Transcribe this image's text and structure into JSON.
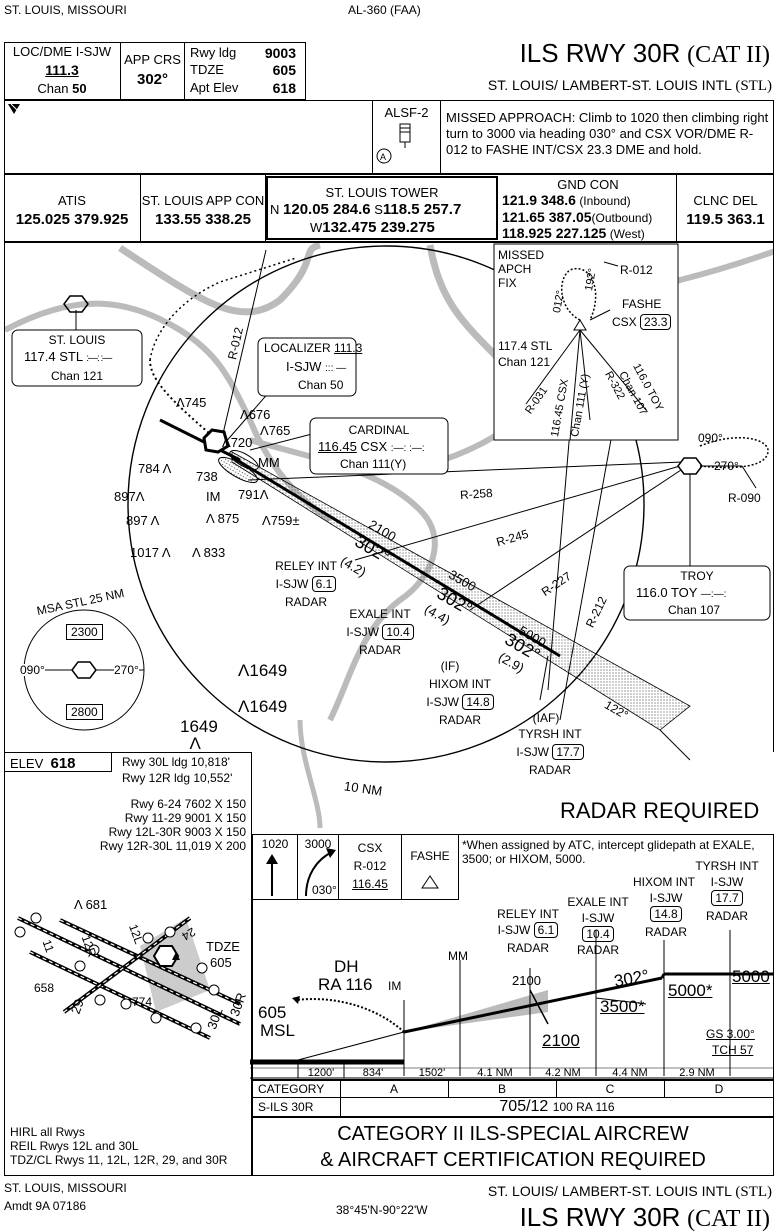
{
  "header": {
    "location": "ST. LOUIS, MISSOURI",
    "chart_code": "AL-360 (FAA)",
    "title_main": "ILS RWY 30R",
    "title_cat": "(CAT II)",
    "airport_a": "ST. LOUIS/ LAMBERT-ST. LOUIS INTL",
    "airport_b": "(STL)"
  },
  "briefing": {
    "loc_label": "LOC/DME I-SJW",
    "loc_freq": "111.3",
    "chan_label": "Chan",
    "chan_value": "50",
    "app_crs_label": "APP CRS",
    "app_crs_value": "302°",
    "rwy_ldg_label": "Rwy ldg",
    "rwy_ldg_value": "9003",
    "tdze_label": "TDZE",
    "tdze_value": "605",
    "apt_elev_label": "Apt Elev",
    "apt_elev_value": "618",
    "alsf": "ALSF-2",
    "missed_approach": "MISSED APPROACH: Climb to 1020 then climbing right turn to 3000 via heading 030° and CSX VOR/DME R-012 to FASHE INT/CSX 23.3 DME and hold."
  },
  "comms": {
    "atis_label": "ATIS",
    "atis_freq": "125.025  379.925",
    "app_con_label": "ST. LOUIS APP CON",
    "app_con_freq": "133.55  338.25",
    "tower_label": "ST. LOUIS TOWER",
    "tower_n_prefix": "N",
    "tower_n": "120.05  284.6",
    "tower_s_prefix": "S",
    "tower_s": "118.5  257.7",
    "tower_w_prefix": "W",
    "tower_w": "132.475  239.275",
    "gnd_label": "GND CON",
    "gnd_1": "121.9  348.6",
    "gnd_1_note": "(Inbound)",
    "gnd_2": "121.65  387.05",
    "gnd_2_note": "(Outbound)",
    "gnd_3": "118.925  227.125",
    "gnd_3_note": "(West)",
    "clnc_label": "CLNC DEL",
    "clnc_freq": "119.5  363.1"
  },
  "planview": {
    "stl_name": "ST. LOUIS",
    "stl_freq": "117.4",
    "stl_id": "STL",
    "stl_chan": "Chan 121",
    "loc_name": "LOCALIZER",
    "loc_freq": "111.3",
    "loc_id": "I-SJW",
    "loc_chan": "Chan 50",
    "cardinal_name": "CARDINAL",
    "cardinal_freq": "116.45",
    "cardinal_id": "CSX",
    "cardinal_chan": "Chan 111(Y)",
    "troy_name": "TROY",
    "troy_freq": "116.0",
    "troy_id": "TOY",
    "troy_chan": "Chan 107",
    "missed_fix": "MISSED\nAPCH\nFIX",
    "missed_fix_l1": "MISSED",
    "missed_fix_l2": "APCH",
    "missed_fix_l3": "FIX",
    "r012": "R-012",
    "fashe": "FASHE",
    "fashe_csx": "CSX",
    "fashe_dme": "23.3",
    "inset_stl": "117.4 STL",
    "inset_stl_chan": "Chan 121",
    "inset_r031": "R-031",
    "inset_csx": "116.45 CSX",
    "inset_csx_chan": "Chan 111 (Y)",
    "inset_r322": "R-322",
    "inset_toy": "116.0 TOY",
    "inset_toy_chan": "Chan 107",
    "hold_012": "012°",
    "hold_192": "192°",
    "troy_090": "090°",
    "troy_270": "270°",
    "troy_r090": "R-090",
    "r258": "R-258",
    "r245": "R-245",
    "r227": "R-227",
    "r212": "R-212",
    "alt_745": "745",
    "alt_676": "676",
    "alt_765": "765",
    "alt_720": "720",
    "alt_784": "784",
    "alt_738": "738",
    "alt_791": "791",
    "alt_897a": "897",
    "alt_897b": "897",
    "alt_875": "875",
    "alt_759": "759±",
    "alt_1017": "1017",
    "alt_833": "833",
    "alt_1649a": "1649",
    "alt_1649b": "1649",
    "alt_1649c": "1649",
    "mm": "MM",
    "im": "IM",
    "seg_2100": "2100",
    "seg_302a": "302°",
    "seg_42": "(4.2)",
    "seg_3500": "3500",
    "seg_302b": "302°",
    "seg_44": "(4.4)",
    "seg_5000": "5000",
    "seg_302c": "302°",
    "seg_29": "(2.9)",
    "seg_122": "122°",
    "reley": "RELEY INT",
    "reley_id": "I-SJW",
    "reley_dme": "6.1",
    "radar1": "RADAR",
    "exale": "EXALE INT",
    "exale_id": "I-SJW",
    "exale_dme": "10.4",
    "radar2": "RADAR",
    "if": "(IF)",
    "hixom": "HIXOM INT",
    "hixom_id": "I-SJW",
    "hixom_dme": "14.8",
    "radar3": "RADAR",
    "iaf": "(IAF)",
    "tyrsh": "TYRSH INT",
    "tyrsh_id": "I-SJW",
    "tyrsh_dme": "17.7",
    "radar4": "RADAR",
    "msa_label": "MSA STL 25 NM",
    "msa_2300": "2300",
    "msa_2800": "2800",
    "msa_090": "090°",
    "msa_270": "270°",
    "ring": "10 NM",
    "radar_required": "RADAR REQUIRED"
  },
  "airport": {
    "elev_label": "ELEV",
    "elev_value": "618",
    "rwy_30l": "Rwy 30L ldg 10,818'",
    "rwy_12r": "Rwy 12R ldg 10,552'",
    "rwy_6_24": "Rwy 6-24 7602 X 150",
    "rwy_11_29": "Rwy 11-29 9001 X 150",
    "rwy_12l_30r": "Rwy 12L-30R 9003 X 150",
    "rwy_12r_30l": "Rwy 12R-30L 11,019 X 200",
    "obst_681": "681",
    "obst_658": "658",
    "obst_774": "774",
    "tdze": "TDZE",
    "tdze_val": "605",
    "lbl_29": "29",
    "lbl_30l": "30L",
    "lbl_30r": "30R",
    "lbl_12r": "12R",
    "lbl_12l": "12L",
    "lbl_11": "11",
    "lbl_24": "24",
    "notes_1": "HIRL all Rwys",
    "notes_2": "REIL Rwys 12L and 30L",
    "notes_3": "TDZ/CL Rwys 11, 12L, 12R, 29, and 30R"
  },
  "profile": {
    "icon_1020": "1020",
    "icon_3000": "3000",
    "icon_030": "030°",
    "icon_csx": "CSX",
    "icon_r012": "R-012",
    "icon_11645": "116.45",
    "icon_fashe": "FASHE",
    "note": "*When assigned by ATC, intercept glidepath at EXALE, 3500; or HIXOM, 5000.",
    "tyrsh": "TYRSH INT",
    "tyrsh_id": "I-SJW",
    "tyrsh_dme": "17.7",
    "tyrsh_radar": "RADAR",
    "hixom": "HIXOM INT",
    "hixom_id": "I-SJW",
    "hixom_dme": "14.8",
    "hixom_radar": "RADAR",
    "exale": "EXALE INT",
    "exale_id": "I-SJW",
    "exale_dme": "10.4",
    "exale_radar": "RADAR",
    "reley": "RELEY INT",
    "reley_id": "I-SJW",
    "reley_dme": "6.1",
    "reley_radar": "RADAR",
    "mm": "MM",
    "im": "IM",
    "dh": "DH",
    "ra": "RA 116",
    "alt_2100_top": "2100",
    "alt_2100": "2100",
    "crs_302": "302°",
    "alt_3500": "3500*",
    "alt_5000a": "5000*",
    "alt_5000b": "5000",
    "msl_605": "605",
    "msl": "MSL",
    "gs": "GS 3.00°",
    "tch": "TCH 57",
    "d_1200": "1200'",
    "d_834": "834'",
    "d_1502": "1502'",
    "d_41": "4.1 NM",
    "d_42": "4.2 NM",
    "d_44": "4.4 NM",
    "d_29": "2.9 NM"
  },
  "minimums": {
    "category_label": "CATEGORY",
    "cat_a": "A",
    "cat_b": "B",
    "cat_c": "C",
    "cat_d": "D",
    "sils_label": "S-ILS 30R",
    "sils_value": "705/12",
    "sils_extra": "100 RA 116",
    "cat2_line1": "CATEGORY II  ILS-SPECIAL AIRCREW",
    "cat2_line2": "& AIRCRAFT CERTIFICATION REQUIRED"
  },
  "footer": {
    "location": "ST. LOUIS, MISSOURI",
    "amdt": "Amdt 9A  07186",
    "coords": "38°45'N-90°22'W",
    "airport_a": "ST. LOUIS/ LAMBERT-ST. LOUIS INTL",
    "airport_b": "(STL)",
    "title_main": "ILS RWY 30R",
    "title_cat": "(CAT II)"
  }
}
